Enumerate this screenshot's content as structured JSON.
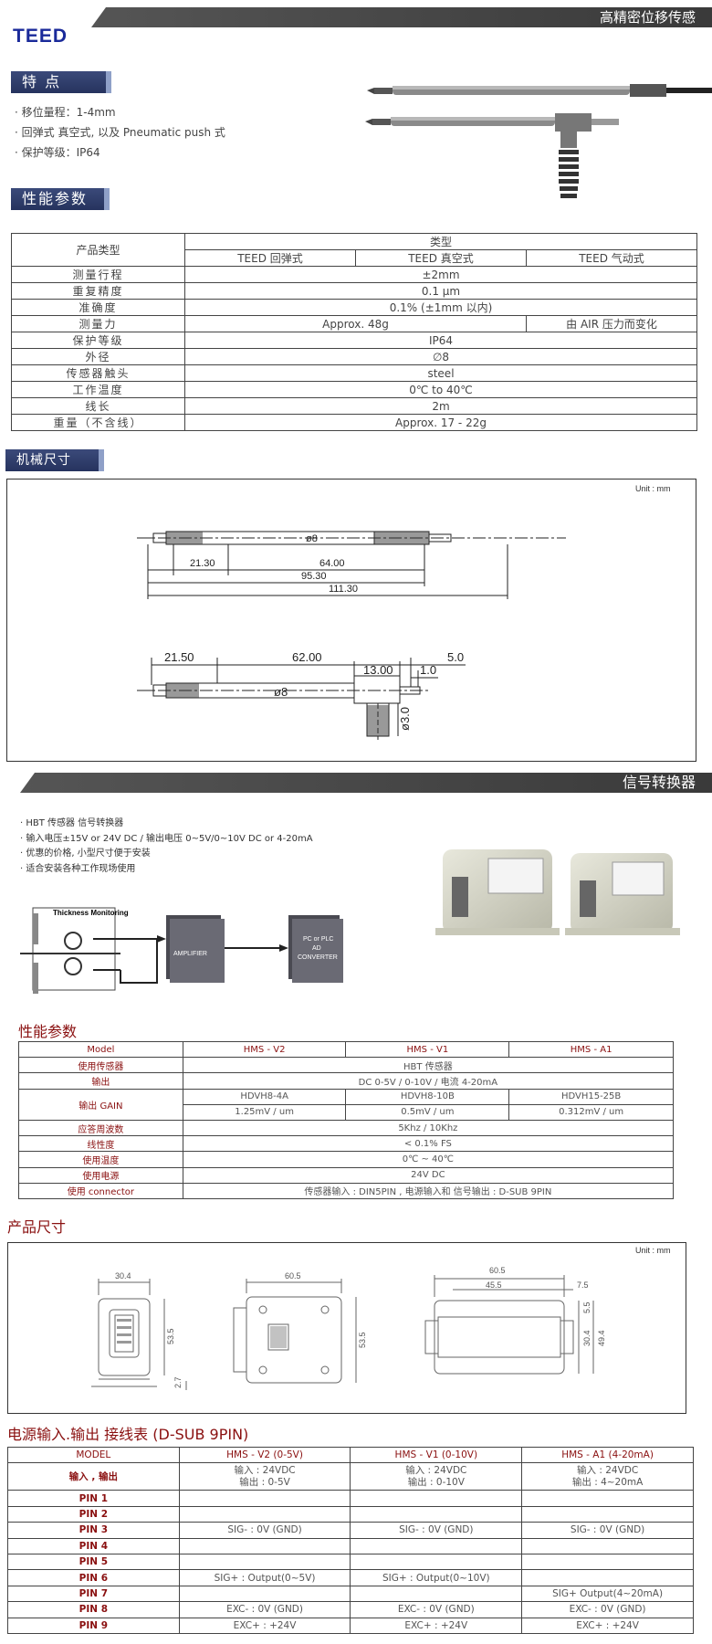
{
  "header": {
    "title": "高精密位移传感",
    "logo": "TEED"
  },
  "features": {
    "tag": "特  点",
    "items": [
      "· 移位量程：1-4mm",
      "· 回弹式  真空式, 以及      Pneumatic push 式",
      "· 保护等级：IP64"
    ]
  },
  "specs": {
    "tag": "性能参数",
    "head": {
      "product": "产品类型",
      "type": "类型",
      "c1": "TEED 回弹式",
      "c2": "TEED 真空式",
      "c3": "TEED 气动式"
    },
    "rows": [
      {
        "label": "测量行程",
        "value": "±2mm"
      },
      {
        "label": "重复精度",
        "value": "0.1 μm"
      },
      {
        "label": "准确度",
        "value": "0.1% (±1mm 以内)"
      },
      {
        "label": "测量力",
        "value": "Approx. 48g",
        "value2": "由 AIR 压力而变化"
      },
      {
        "label": "保护等级",
        "value": "IP64"
      },
      {
        "label": "外径",
        "value": "∅8"
      },
      {
        "label": "传感器触头",
        "value": "steel"
      },
      {
        "label": "工作温度",
        "value": "0℃ to 40℃"
      },
      {
        "label": "线长",
        "value": "2m"
      },
      {
        "label": "重量（不含线）",
        "value": "Approx. 17 - 22g"
      }
    ]
  },
  "mech": {
    "tag": "机械尺寸",
    "unit": "Unit : mm",
    "d1": {
      "dia": "ø8",
      "a": "21.30",
      "b": "64.00",
      "c": "95.30",
      "d": "111.30"
    },
    "d2": {
      "a": "21.50",
      "b": "62.00",
      "c": "5.0",
      "d": "13.00",
      "e": "1.0",
      "dia": "ø8",
      "f": "ø3.0"
    }
  },
  "converter": {
    "title": "信号转换器",
    "bullets": [
      "HBT 传感器 信号转换器",
      "输入电压±15V or 24V DC /  输出电压 0~5V/0~10V DC or 4-20mA",
      "优惠的价格, 小型尺寸便于安装",
      "适合安装各种工作现场使用"
    ],
    "diagram": {
      "monitor": "Thickness Monitoring",
      "amp": "AMPLIFIER",
      "conv1": "PC or PLC",
      "conv2": "AD",
      "conv3": "CONVERTER"
    }
  },
  "conv_specs": {
    "title": "性能参数",
    "head": [
      "Model",
      "HMS - V2",
      "HMS - V1",
      "HMS - A1"
    ],
    "r1": [
      "使用传感器",
      "HBT 传感器"
    ],
    "r2": [
      "输出",
      "DC 0-5V / 0-10V / 电流 4-20mA"
    ],
    "gain": {
      "label": "输出 GAIN",
      "m": [
        "HDVH8-4A",
        "HDVH8-10B",
        "HDVH15-25B"
      ],
      "v": [
        "1.25mV / um",
        "0.5mV / um",
        "0.312mV / um"
      ]
    },
    "r3": [
      "应答周波数",
      "5Khz / 10Khz"
    ],
    "r4": [
      "线性度",
      "< 0.1% FS"
    ],
    "r5": [
      "使用温度",
      "0℃ ~ 40℃"
    ],
    "r6": [
      "使用电源",
      "24V DC"
    ],
    "r7": [
      "使用 connector",
      "传感器输入 : DIN5PIN , 电源输入和  信号输出 : D-SUB 9PIN"
    ]
  },
  "product_size": {
    "title": "产品尺寸",
    "unit": "Unit : mm",
    "dims": {
      "a": "30.4",
      "b": "53.5",
      "c": "2.7",
      "d": "60.5",
      "e": "53.5",
      "f": "60.5",
      "g": "45.5",
      "h": "7.5",
      "i": "30.4",
      "j": "49.4",
      "k": "5.5"
    }
  },
  "wiring": {
    "title": "电源输入.输出  接线表 (D-SUB 9PIN)",
    "head": [
      "MODEL",
      "HMS - V2 (0-5V)",
      "HMS - V1 (0-10V)",
      "HMS - A1 (4-20mA)"
    ],
    "io": {
      "label": "输入 , 输出",
      "c1a": "输入 : 24VDC",
      "c1b": "输出 : 0-5V",
      "c2a": "输入 : 24VDC",
      "c2b": "输出 : 0-10V",
      "c3a": "输入 : 24VDC",
      "c3b": "输出 : 4~20mA"
    },
    "pins": [
      {
        "p": "PIN 1",
        "a": "",
        "b": "",
        "c": ""
      },
      {
        "p": "PIN 2",
        "a": "",
        "b": "",
        "c": ""
      },
      {
        "p": "PIN 3",
        "a": "SIG- : 0V (GND)",
        "b": "SIG- : 0V (GND)",
        "c": "SIG- : 0V (GND)"
      },
      {
        "p": "PIN 4",
        "a": "",
        "b": "",
        "c": ""
      },
      {
        "p": "PIN 5",
        "a": "",
        "b": "",
        "c": ""
      },
      {
        "p": "PIN 6",
        "a": "SIG+ : Output(0~5V)",
        "b": "SIG+ : Output(0~10V)",
        "c": ""
      },
      {
        "p": "PIN 7",
        "a": "",
        "b": "",
        "c": "SIG+ Output(4~20mA)"
      },
      {
        "p": "PIN 8",
        "a": "EXC- : 0V (GND)",
        "b": "EXC- : 0V (GND)",
        "c": "EXC- : 0V (GND)"
      },
      {
        "p": "PIN 9",
        "a": "EXC+ : +24V",
        "b": "EXC+ : +24V",
        "c": "EXC+ : +24V"
      }
    ]
  }
}
